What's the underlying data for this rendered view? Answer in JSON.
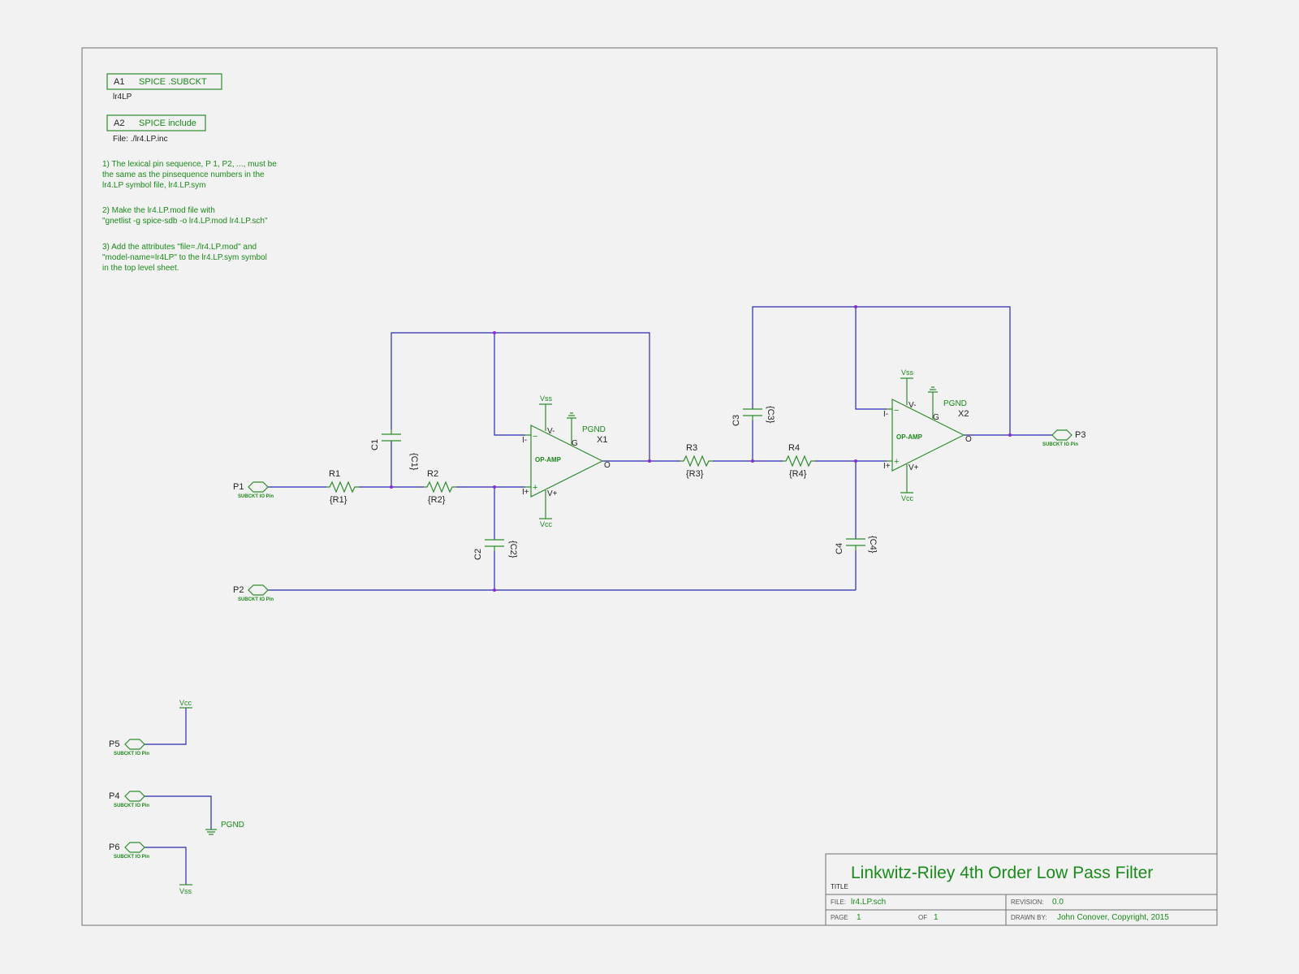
{
  "attributes": {
    "a1_refdes": "A1",
    "a1_label": "SPICE .SUBCKT",
    "a1_value": "lr4LP",
    "a2_refdes": "A2",
    "a2_label": "SPICE include",
    "a2_value": "File:  ./lr4.LP.inc"
  },
  "notes": [
    "1) The lexical pin sequence, P 1, P2, ..., must be",
    "the same as the pinsequence numbers in the",
    "lr4.LP symbol file, lr4.LP.sym",
    "2) Make the lr4.LP.mod file with",
    "\"gnetlist -g spice-sdb  -o lr4.LP.mod lr4.LP.sch\"",
    "3) Add the attributes \"file=./lr4.LP.mod\" and",
    "\"model-name=lr4LP\" to the lr4.LP.sym symbol",
    "in the top level sheet."
  ],
  "ports": {
    "p1": "P1",
    "p2": "P2",
    "p3": "P3",
    "p4": "P4",
    "p5": "P5",
    "p6": "P6",
    "port_type": "SUBCKT IO Pin"
  },
  "resistors": {
    "r1": "R1",
    "r1_val": "{R1}",
    "r2": "R2",
    "r2_val": "{R2}",
    "r3": "R3",
    "r3_val": "{R3}",
    "r4": "R4",
    "r4_val": "{R4}"
  },
  "capacitors": {
    "c1": "C1",
    "c1_val": "{C1}",
    "c2": "C2",
    "c2_val": "{C2}",
    "c3": "C3",
    "c3_val": "{C3}",
    "c4": "C4",
    "c4_val": "{C4}"
  },
  "opamps": {
    "x1": "X1",
    "x2": "X2",
    "type": "OP-AMP",
    "pin_vminus": "V-",
    "pin_vplus": "V+",
    "pin_g": "G",
    "pin_o": "O",
    "pin_iminus": "I-",
    "pin_iplus": "I+",
    "minus": "−",
    "plus": "+"
  },
  "rails": {
    "vss": "Vss",
    "vcc": "Vcc",
    "pgnd": "PGND"
  },
  "title_block": {
    "title": "Linkwitz-Riley 4th Order Low Pass Filter",
    "title_label": "TITLE",
    "file_label": "FILE:",
    "file": "lr4.LP.sch",
    "page_label": "PAGE",
    "page": "1",
    "of_label": "OF",
    "of": "1",
    "revision_label": "REVISION:",
    "revision": "0.0",
    "drawn_by_label": "DRAWN BY:",
    "drawn_by": "John Conover, Copyright, 2015"
  },
  "colors": {
    "wire": "#2b2bb0",
    "symbol": "#2e8b2e",
    "text": "#1a8a1a",
    "junction": "#8a2bd0"
  }
}
